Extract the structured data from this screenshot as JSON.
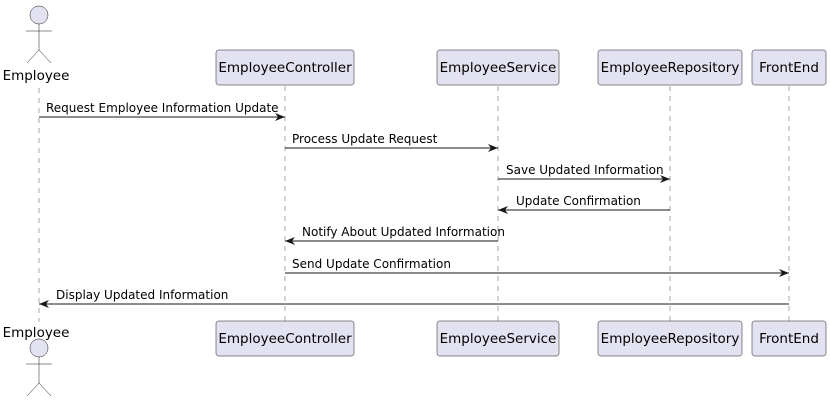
{
  "diagram": {
    "type": "sequence",
    "participants": [
      {
        "id": "employee",
        "name": "Employee",
        "kind": "actor"
      },
      {
        "id": "controller",
        "name": "EmployeeController",
        "kind": "participant"
      },
      {
        "id": "service",
        "name": "EmployeeService",
        "kind": "participant"
      },
      {
        "id": "repository",
        "name": "EmployeeRepository",
        "kind": "participant"
      },
      {
        "id": "frontend",
        "name": "FrontEnd",
        "kind": "participant"
      }
    ],
    "messages": [
      {
        "from": "employee",
        "to": "controller",
        "label": "Request Employee Information Update"
      },
      {
        "from": "controller",
        "to": "service",
        "label": "Process Update Request"
      },
      {
        "from": "service",
        "to": "repository",
        "label": "Save Updated Information"
      },
      {
        "from": "repository",
        "to": "service",
        "label": "Update Confirmation"
      },
      {
        "from": "service",
        "to": "controller",
        "label": "Notify About Updated Information"
      },
      {
        "from": "controller",
        "to": "frontend",
        "label": "Send Update Confirmation"
      },
      {
        "from": "frontend",
        "to": "employee",
        "label": "Display Updated Information"
      }
    ],
    "colors": {
      "participant_fill": "#e2e2f0",
      "stroke": "#181818",
      "lifeline": "#a8a8a8"
    }
  }
}
